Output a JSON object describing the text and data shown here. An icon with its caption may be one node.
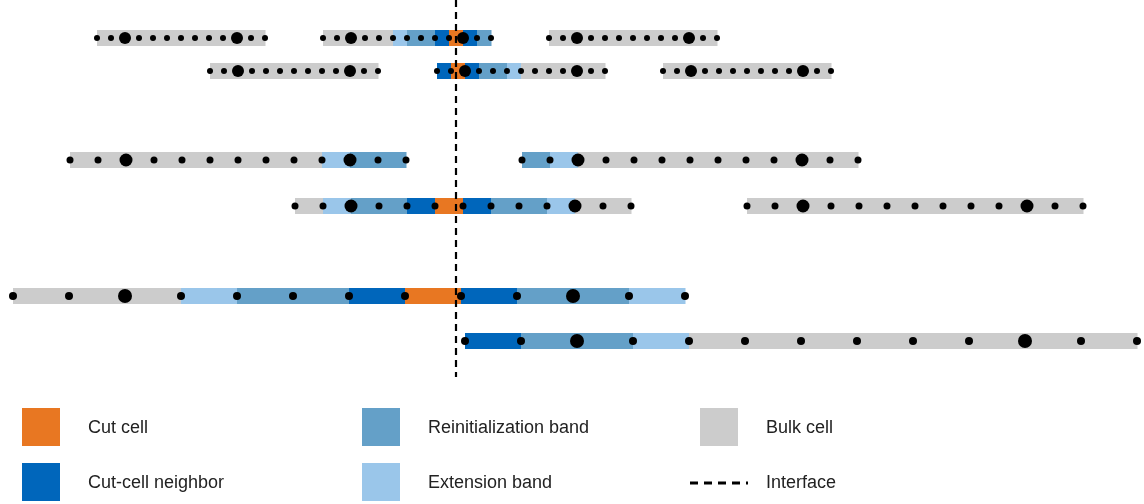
{
  "diagram": {
    "legend": [
      {
        "text": "Cut cell",
        "color": "#e87722"
      },
      {
        "text": "Reinitialization band",
        "color": "#64a0c8"
      },
      {
        "text": "Bulk cell",
        "color": "#cccccc"
      },
      {
        "text": "Cut-cell neighbor",
        "color": "#0066bb"
      },
      {
        "text": "Extension band",
        "color": "#9ac6ea"
      },
      {
        "text": "Interface"
      }
    ]
  }
}
